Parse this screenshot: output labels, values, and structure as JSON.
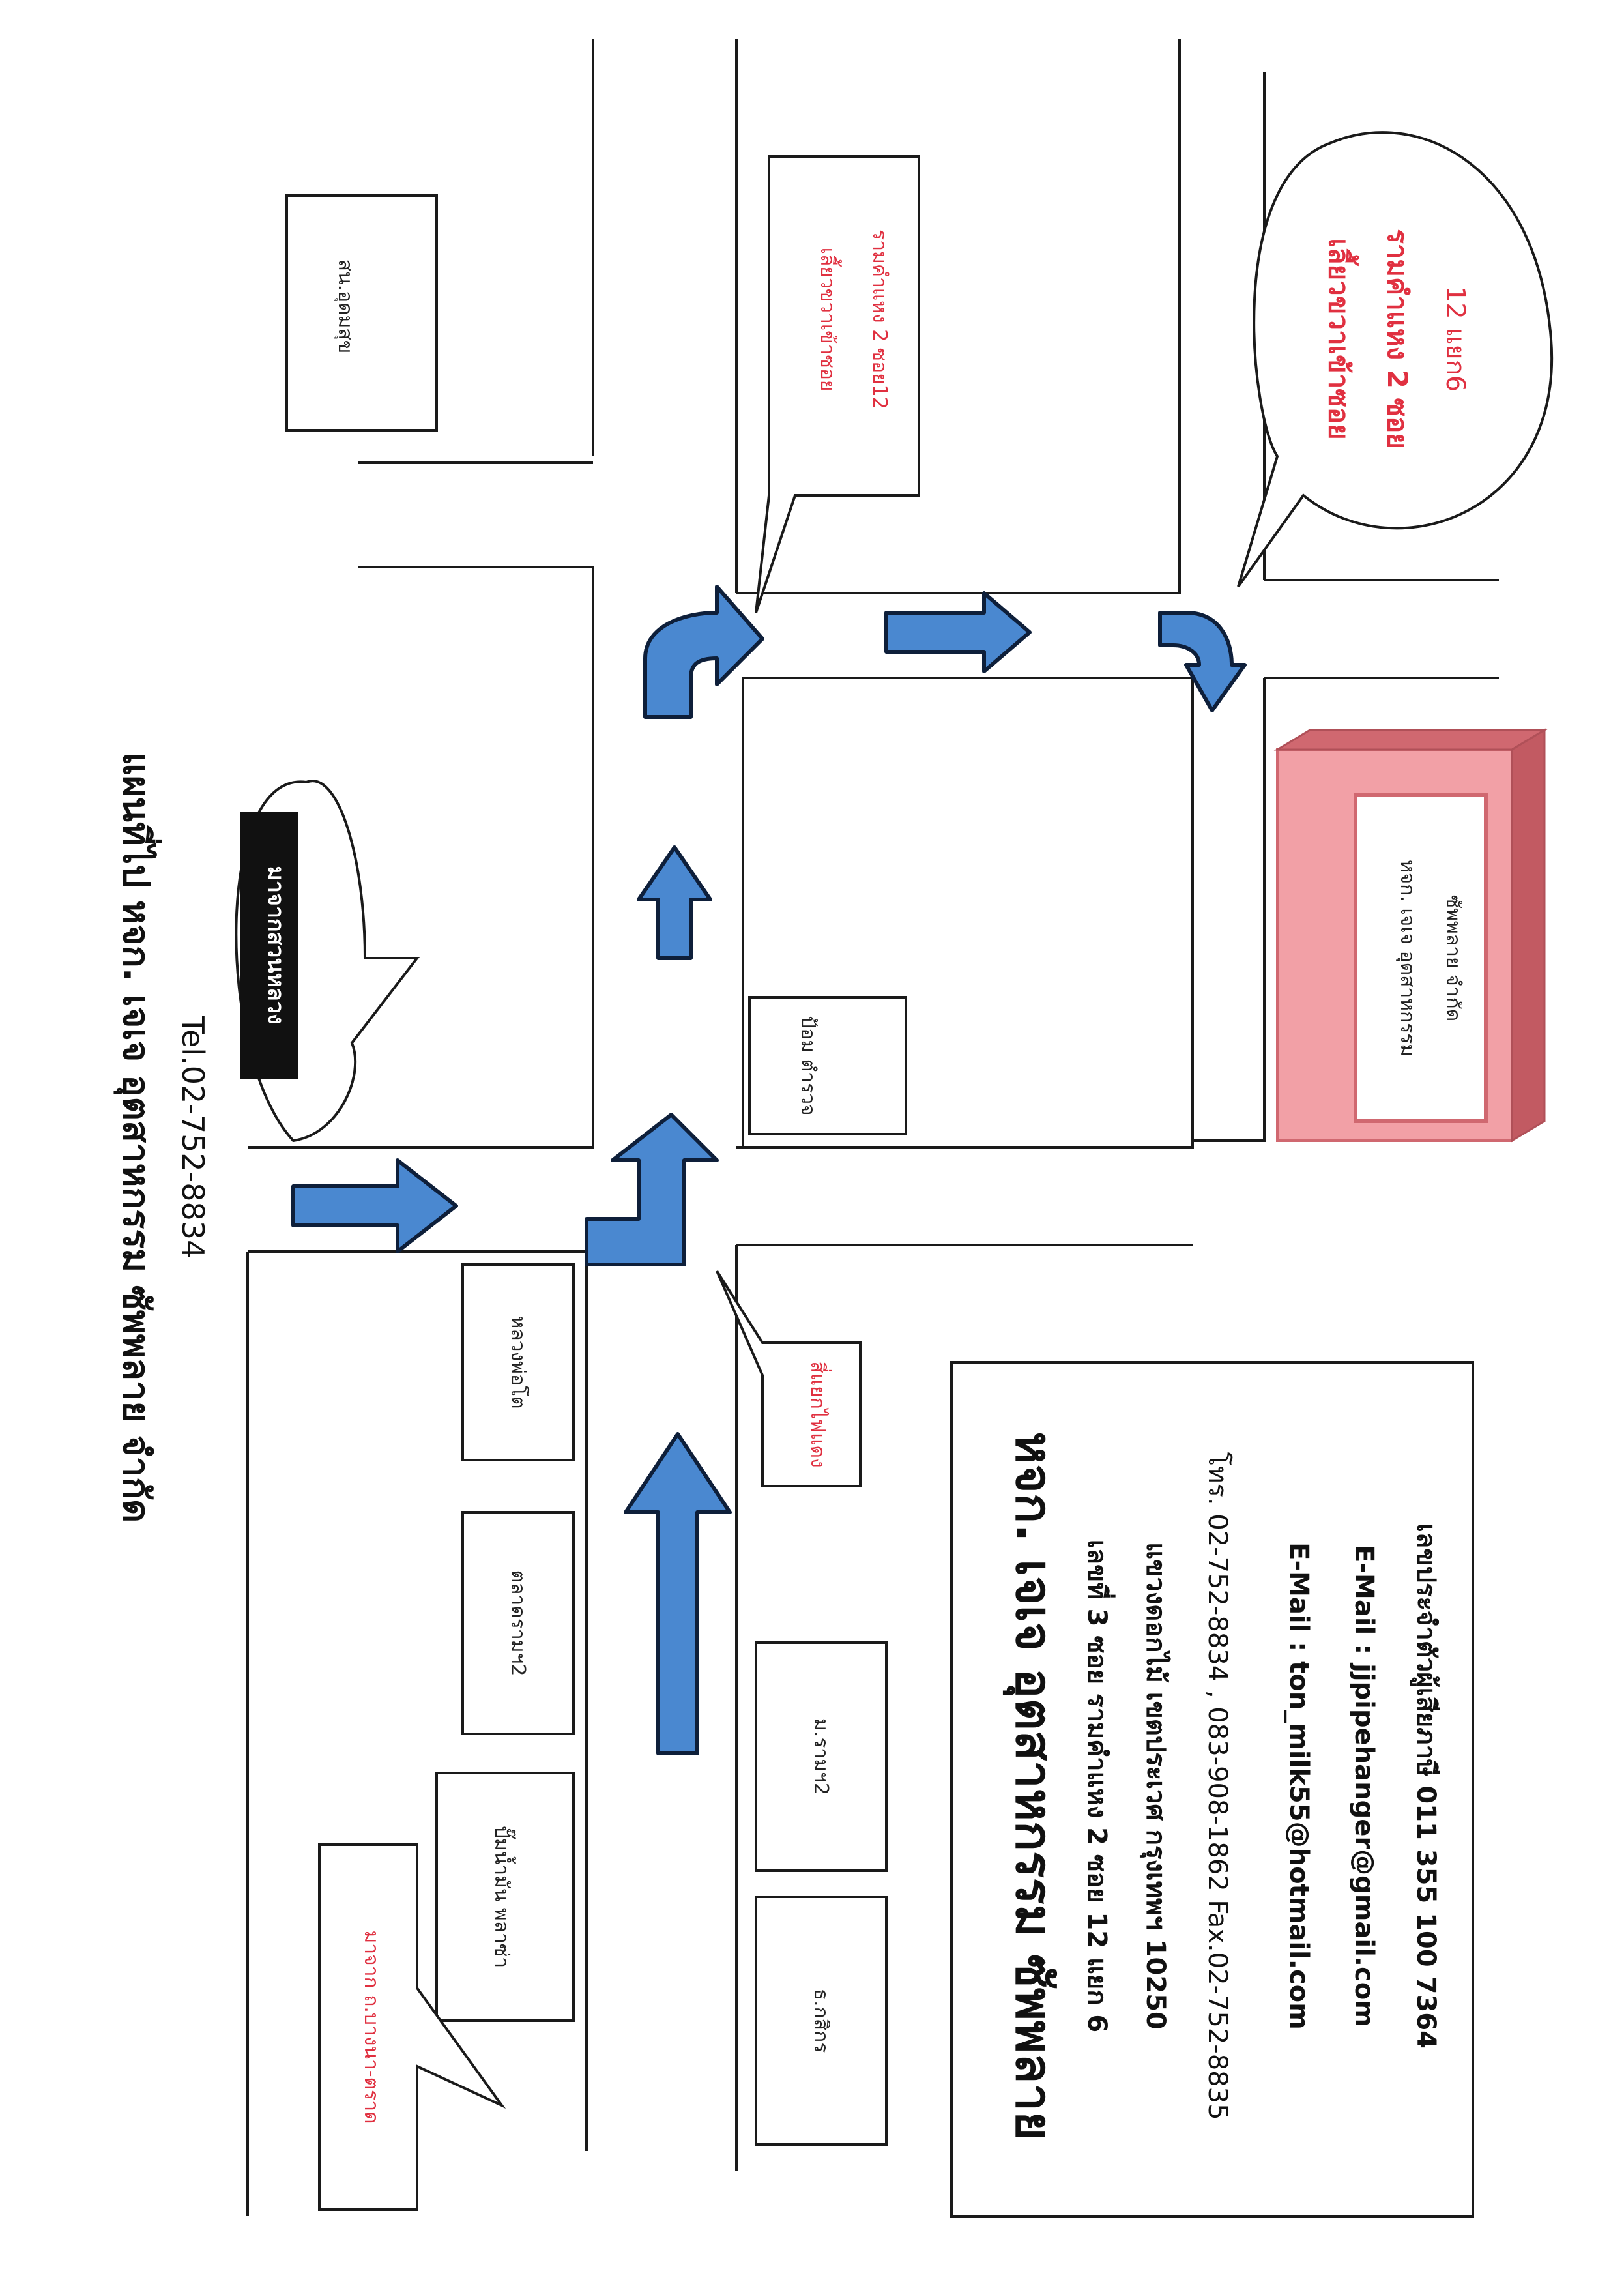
{
  "title": "แผนที่ไป หจก. เจเจ อุตสาหกรรม ซัพพลาย จำกัด",
  "tel": "Tel.02-752-8834",
  "tel_prefix": "Tel.",
  "tel_number": "02-752-8834",
  "landmarks": {
    "bangna_trat": "มาจาก ถ.บางนา-ตราด",
    "bank_thanachart": "ธ.กสิกร",
    "soi2": "ม.รามฯ2",
    "market": "ตลาดรามฯ2",
    "hospital": "หลวงพ่อโต",
    "pumper": "ปั๊มน้ำมัน พลาซ่า",
    "park": "สน.อุดมสุข",
    "police": "ป้อม ตำรวจ",
    "suan_luang": "มาจากสวนหลวง",
    "traffic_light": "สี่แยกไฟแดง"
  },
  "callouts": {
    "turn_right_1": [
      "เลี้ยวขวาเข้าซอย",
      "รามคำแหง 2 ซอย12"
    ],
    "turn_right_2": [
      "เลี้ยวขวาเข้าซอย",
      "รามคำแหง 2 ซอย",
      "12 แยก6"
    ]
  },
  "destination": [
    "หจก. เจเจ อุตสาหกรรม",
    "ซัพพลาย จำกัด"
  ],
  "company": {
    "name": "หจก. เจเจ อุตสาหกรรม ซัพพลาย",
    "address1": "เลขที่ 3 ซอย รามคำแหง 2 ซอย 12 แยก 6",
    "address2": "แขวงดอกไม้ เขตประเวศ กรุงเทพฯ 10250",
    "phone": "โทร. 02-752-8834 , 083-908-1862 Fax.02-752-8835",
    "email1": "E-Mail : ton_milk55@hotmail.com",
    "email2": "E-Mail : jjpipehanger@gmail.com",
    "tax_id": "เลขประจำตัวผู้เสียภาษี 011 355 100 7364"
  },
  "colors": {
    "arrow": "#4a88d0",
    "red_text": "#e03040",
    "building_front": "#f2a0a6",
    "building_side": "#d06870"
  }
}
